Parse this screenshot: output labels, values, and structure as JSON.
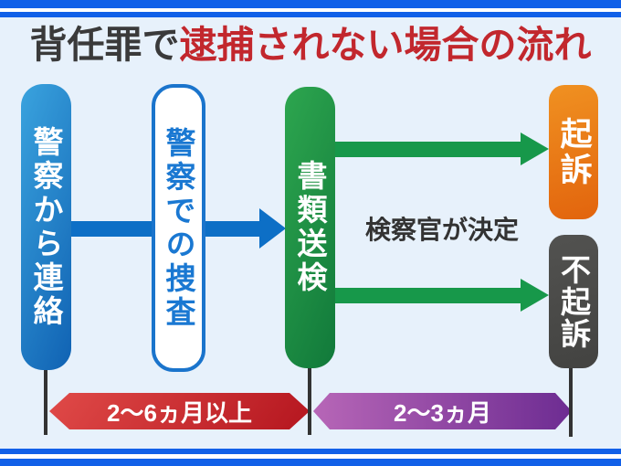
{
  "title": {
    "part1": "背任罪で",
    "part2": "逮捕されない場合の流れ"
  },
  "nodes": [
    {
      "id": "police-contact",
      "label": "警察から連絡"
    },
    {
      "id": "police-investigation",
      "label": "警察での捜査"
    },
    {
      "id": "papers-sent-to-prosecutor",
      "label": "書類送検"
    },
    {
      "id": "prosecution",
      "label": "起訴"
    },
    {
      "id": "non-prosecution",
      "label": "不起訴"
    }
  ],
  "annotation": {
    "label": "検察官が決定"
  },
  "timeline": [
    {
      "id": "phase-1",
      "label": "2〜6ヵ月以上"
    },
    {
      "id": "phase-2",
      "label": "2〜3ヵ月"
    }
  ],
  "colors": {
    "background": "#e7f1fb",
    "frame_stripe": "#1160e8",
    "title_normal": "#3a3a3a",
    "title_accent": "#c2272d",
    "node_police_contact": "#1e82c8",
    "node_police_investigation_border": "#1a74cc",
    "node_papers_sent": "#1d9045",
    "node_prosecution": "#e97a17",
    "node_non_prosecution": "#4b4b49",
    "arrow_blue": "#0d6fc6",
    "arrow_green": "#17984a",
    "timeline_red": "#c42b30",
    "timeline_purple": "#8d44a3"
  }
}
